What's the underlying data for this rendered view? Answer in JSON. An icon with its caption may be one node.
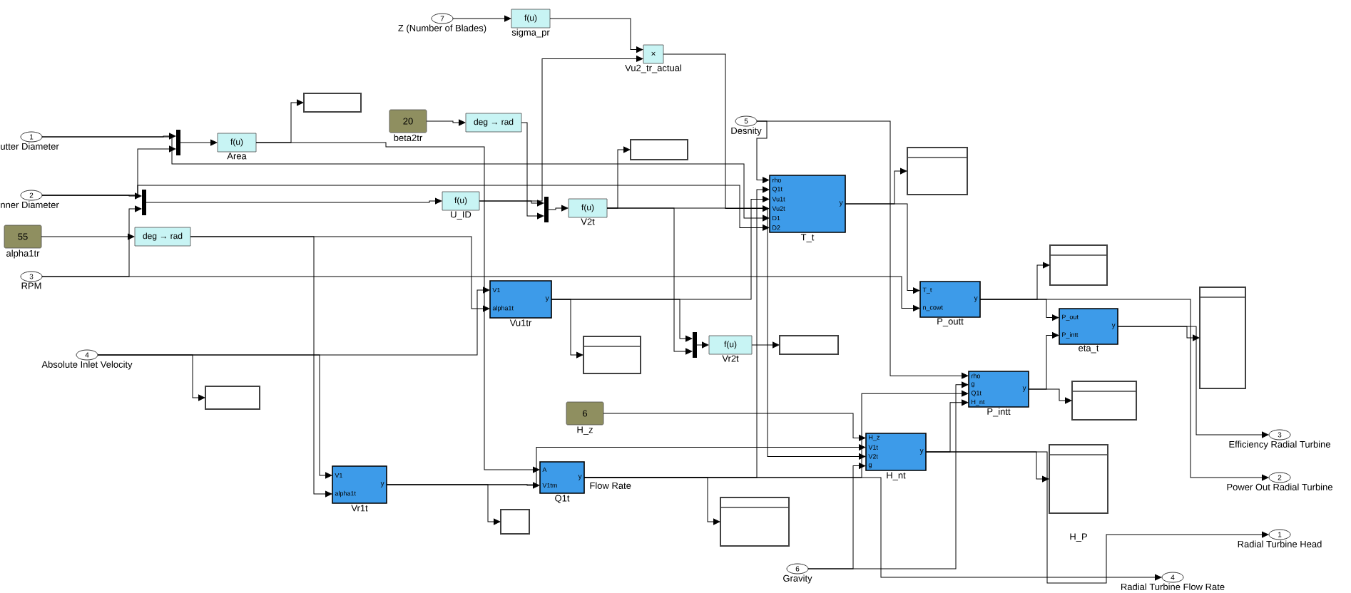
{
  "diagram": {
    "nodes": [
      {
        "text": [
          "1"
        ],
        "beside": [
          "utter Diameter"
        ]
      },
      {
        "text": [
          "2"
        ],
        "beside": [
          "nner Diameter"
        ]
      },
      {
        "text": [
          "55"
        ],
        "beside": [
          "alpha1tr"
        ]
      },
      {
        "text": [
          "3"
        ],
        "beside": [
          "RPM"
        ]
      },
      {
        "text": [
          "4"
        ],
        "beside": [
          "Absolute Inlet Velocity"
        ]
      },
      {
        "text": [
          "7"
        ],
        "beside": [
          "Z (Number of Blades)"
        ]
      },
      {
        "text": [
          "5"
        ],
        "beside": [
          "Desnity"
        ]
      },
      {
        "text": [
          "6"
        ],
        "beside": [
          "Gravity"
        ]
      },
      {
        "text": [
          "20"
        ],
        "beside": [
          "beta2tr"
        ]
      },
      {
        "text": [
          "6"
        ],
        "beside": [
          "H_z"
        ]
      },
      {
        "text": [],
        "shape": "bar"
      },
      {
        "text": [],
        "shape": "bar"
      },
      {
        "text": [],
        "shape": "bar"
      },
      {
        "text": [],
        "shape": "bar"
      },
      {
        "text": [
          "f(u)"
        ],
        "beside": [
          "Area"
        ]
      },
      {
        "text": [
          "deg → rad"
        ]
      },
      {
        "text": [
          "deg → rad"
        ]
      },
      {
        "text": [
          "f(u)"
        ],
        "beside": [
          "sigma_pr"
        ]
      },
      {
        "text": [
          "×"
        ],
        "beside": [
          "Vu2_tr_actual"
        ]
      },
      {
        "text": [
          "f(u)"
        ],
        "beside": [
          "U_ID"
        ]
      },
      {
        "text": [
          "f(u)"
        ],
        "beside": [
          "V2t"
        ]
      },
      {
        "text": [
          "f(u)"
        ],
        "beside": [
          "Vr2t"
        ]
      },
      {
        "text": [
          "rho",
          "Q1t",
          "Vu1t",
          "Vu2t",
          "D1",
          "D2",
          "y"
        ],
        "beside": [
          "T_t"
        ]
      },
      {
        "text": [
          "V1",
          "alpha1t",
          "y"
        ],
        "beside": [
          "Vu1tr"
        ]
      },
      {
        "text": [
          "V1",
          "alpha1t",
          "y"
        ],
        "beside": [
          "Vr1t"
        ]
      },
      {
        "text": [
          "A",
          "V1tm",
          "y"
        ],
        "beside": [
          "Q1t"
        ]
      },
      {
        "text": [
          "T_t",
          "n_cowt",
          "y"
        ],
        "beside": [
          "P_outt"
        ]
      },
      {
        "text": [
          "P_out",
          "P_intt",
          "y"
        ],
        "beside": [
          "eta_t"
        ]
      },
      {
        "text": [
          "rho",
          "g",
          "Q1t",
          "H_nt",
          "y"
        ],
        "beside": [
          "P_intt"
        ]
      },
      {
        "text": [
          "H_z",
          "V1t",
          "V2t",
          "g",
          "y"
        ],
        "beside": [
          "H_nt"
        ]
      },
      {
        "text": [],
        "shape": "box"
      },
      {
        "text": [],
        "shape": "box"
      },
      {
        "text": [],
        "shape": "box"
      },
      {
        "text": [],
        "shape": "box"
      },
      {
        "text": [],
        "shape": "box"
      },
      {
        "text": [],
        "shape": "box"
      },
      {
        "text": [],
        "shape": "box"
      },
      {
        "text": [],
        "shape": "box"
      },
      {
        "text": [],
        "shape": "box"
      },
      {
        "text": [],
        "shape": "box",
        "beside": [
          "H_P"
        ]
      },
      {
        "text": [],
        "shape": "box"
      },
      {
        "text": [],
        "shape": "box"
      },
      {
        "text": [
          "3"
        ],
        "beside": [
          "Efficiency Radial Turbine"
        ]
      },
      {
        "text": [
          "2"
        ],
        "beside": [
          "Power Out Radial Turbine"
        ]
      },
      {
        "text": [
          "1"
        ],
        "beside": [
          "Radial Turbine Head"
        ]
      },
      {
        "text": [
          "4"
        ],
        "beside": [
          "Radial Turbine Flow Rate"
        ]
      }
    ],
    "edges": [
      {
        "from": 0,
        "to": 10,
        "arrow": "to"
      },
      {
        "from": 1,
        "to": 10,
        "arrow": "to"
      },
      {
        "from": 1,
        "to": 11,
        "arrow": "to"
      },
      {
        "from": 3,
        "to": 11,
        "arrow": "to"
      },
      {
        "from": 10,
        "to": 14,
        "arrow": "to"
      },
      {
        "from": 14,
        "to": 30,
        "arrow": "to"
      },
      {
        "from": 11,
        "to": 19,
        "arrow": "to"
      },
      {
        "from": 19,
        "to": 12,
        "arrow": "to"
      },
      {
        "from": 8,
        "to": 16,
        "arrow": "to"
      },
      {
        "from": 16,
        "to": 12,
        "arrow": "to"
      },
      {
        "from": 12,
        "to": 20,
        "arrow": "to"
      },
      {
        "from": 20,
        "to": 31,
        "arrow": "to"
      },
      {
        "from": 5,
        "to": 17,
        "arrow": "to"
      },
      {
        "from": 17,
        "to": 18,
        "arrow": "to"
      },
      {
        "from": 19,
        "to": 18,
        "arrow": "to"
      },
      {
        "from": 2,
        "to": 15,
        "arrow": "to"
      },
      {
        "from": 6,
        "to": 22,
        "arrow": "to"
      },
      {
        "from": 25,
        "to": 22,
        "arrow": "to"
      },
      {
        "from": 23,
        "to": 22,
        "arrow": "to"
      },
      {
        "from": 18,
        "to": 22,
        "arrow": "to"
      },
      {
        "from": 0,
        "to": 22,
        "arrow": "to"
      },
      {
        "from": 1,
        "to": 22,
        "arrow": "to"
      },
      {
        "from": 4,
        "to": 23,
        "arrow": "to"
      },
      {
        "from": 15,
        "to": 23,
        "arrow": "to"
      },
      {
        "from": 4,
        "to": 32,
        "arrow": "to"
      },
      {
        "from": 23,
        "to": 33,
        "arrow": "to"
      },
      {
        "from": 23,
        "to": 13,
        "arrow": "to"
      },
      {
        "from": 20,
        "to": 13,
        "arrow": "to"
      },
      {
        "from": 13,
        "to": 21,
        "arrow": "to"
      },
      {
        "from": 21,
        "to": 34,
        "arrow": "to"
      },
      {
        "from": 4,
        "to": 24,
        "arrow": "to"
      },
      {
        "from": 15,
        "to": 24,
        "arrow": "to"
      },
      {
        "from": 14,
        "to": 25,
        "arrow": "to"
      },
      {
        "from": 24,
        "to": 25,
        "arrow": "to"
      },
      {
        "from": 24,
        "to": 40,
        "arrow": "to"
      },
      {
        "from": 25,
        "to": 41,
        "arrow": "to"
      },
      {
        "from": 22,
        "to": 35,
        "arrow": "to"
      },
      {
        "from": 22,
        "to": 26,
        "arrow": "to"
      },
      {
        "from": 3,
        "to": 26,
        "arrow": "to"
      },
      {
        "from": 26,
        "to": 36,
        "arrow": "to"
      },
      {
        "from": 26,
        "to": 27,
        "arrow": "to"
      },
      {
        "from": 28,
        "to": 27,
        "arrow": "to"
      },
      {
        "from": 6,
        "to": 28,
        "arrow": "to"
      },
      {
        "from": 7,
        "to": 28,
        "arrow": "to"
      },
      {
        "from": 25,
        "to": 28,
        "arrow": "to"
      },
      {
        "from": 29,
        "to": 28,
        "arrow": "to"
      },
      {
        "from": 28,
        "to": 37,
        "arrow": "to"
      },
      {
        "from": 9,
        "to": 29,
        "arrow": "to"
      },
      {
        "from": 24,
        "to": 29,
        "arrow": "to"
      },
      {
        "from": 20,
        "to": 29,
        "arrow": "to"
      },
      {
        "from": 7,
        "to": 29,
        "arrow": "to"
      },
      {
        "from": 27,
        "to": 38,
        "arrow": "to"
      },
      {
        "from": 29,
        "to": 39,
        "arrow": "to"
      },
      {
        "from": 27,
        "to": 42,
        "arrow": "to"
      },
      {
        "from": 26,
        "to": 43,
        "arrow": "to"
      },
      {
        "from": 29,
        "to": 44,
        "arrow": "to"
      },
      {
        "from": 25,
        "to": 45,
        "arrow": "to"
      }
    ],
    "labels": [
      "Flow Rate"
    ]
  }
}
